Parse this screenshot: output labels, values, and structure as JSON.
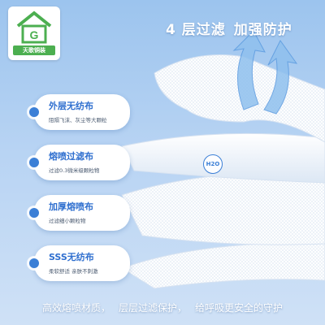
{
  "brand": {
    "logo_text": "天歌铜装"
  },
  "headline": {
    "part1": "4 层过滤",
    "part2": "加强防护"
  },
  "layers": [
    {
      "title": "外层无纺布",
      "desc": "阻隔飞沫、灰尘等大颗粒"
    },
    {
      "title": "熔喷过滤布",
      "desc": "过滤0.3微米级颗粒物"
    },
    {
      "title": "加厚熔喷布",
      "desc": "过滤细小颗粒物"
    },
    {
      "title": "SSS无纺布",
      "desc": "柔软舒适  亲肤不刺激"
    }
  ],
  "h2o_badge": "H2O",
  "footer": {
    "part1": "高效熔喷材质，",
    "part2": "层层过滤保护，",
    "part3": "给呼吸更安全的守护"
  },
  "colors": {
    "accent": "#3b7fd6",
    "logo_green": "#4caf50",
    "background": "#b7d3f3"
  },
  "icons": {
    "arrows": "airflow-arrows-icon",
    "logo": "house-logo-icon"
  }
}
